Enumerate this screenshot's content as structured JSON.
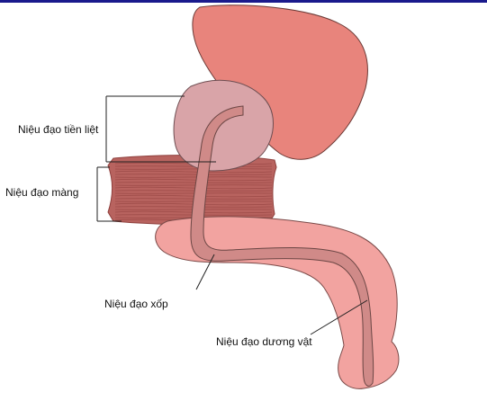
{
  "colors": {
    "top_bar": "#1a1a8c",
    "bladder": "#e8847c",
    "bladder_stroke": "#6b3a36",
    "prostate": "#d9a4a8",
    "prostate_stroke": "#6e4e52",
    "muscle": "#b8635f",
    "muscle_dark": "#8e3f3c",
    "penis": "#f2a3a0",
    "urethra": "#d08a88",
    "line": "#222222"
  },
  "labels": {
    "prostatic": "Niệu đạo tiền liệt",
    "membranous": "Niệu đạo màng",
    "spongy": "Niệu đạo xốp",
    "penile": "Niệu đạo dương vật"
  }
}
